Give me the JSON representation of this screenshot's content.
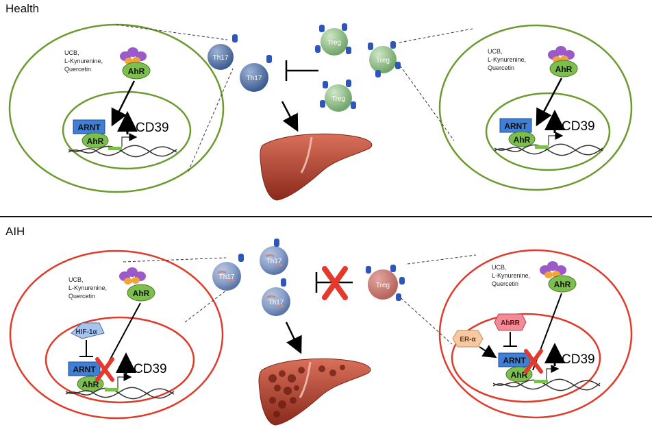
{
  "sections": {
    "health": "Health",
    "aih": "AIH"
  },
  "ligands": [
    "UCB,",
    "L-Kynurenine,",
    "Quercetin"
  ],
  "labels": {
    "ahr": "AhR",
    "arnt": "ARNT",
    "cd39": "CD39",
    "th17": "Th17",
    "treg": "Treg",
    "hif": "HIF-1α",
    "ahrr": "AhRR",
    "er": "ER-α"
  },
  "colors": {
    "health_circle": "#6b9a2e",
    "aih_circle": "#e03a2a",
    "th17": "#4a6b9e",
    "treg": "#7fb27a",
    "ahr": "#7cbf4e",
    "arnt": "#3f7fd6",
    "ligand_orange": "#f2a33a",
    "ligand_purple": "#9b59c9",
    "receptor": "#2e55b8",
    "liver": "#b3402c",
    "inhibit_x": "#e5392b"
  }
}
